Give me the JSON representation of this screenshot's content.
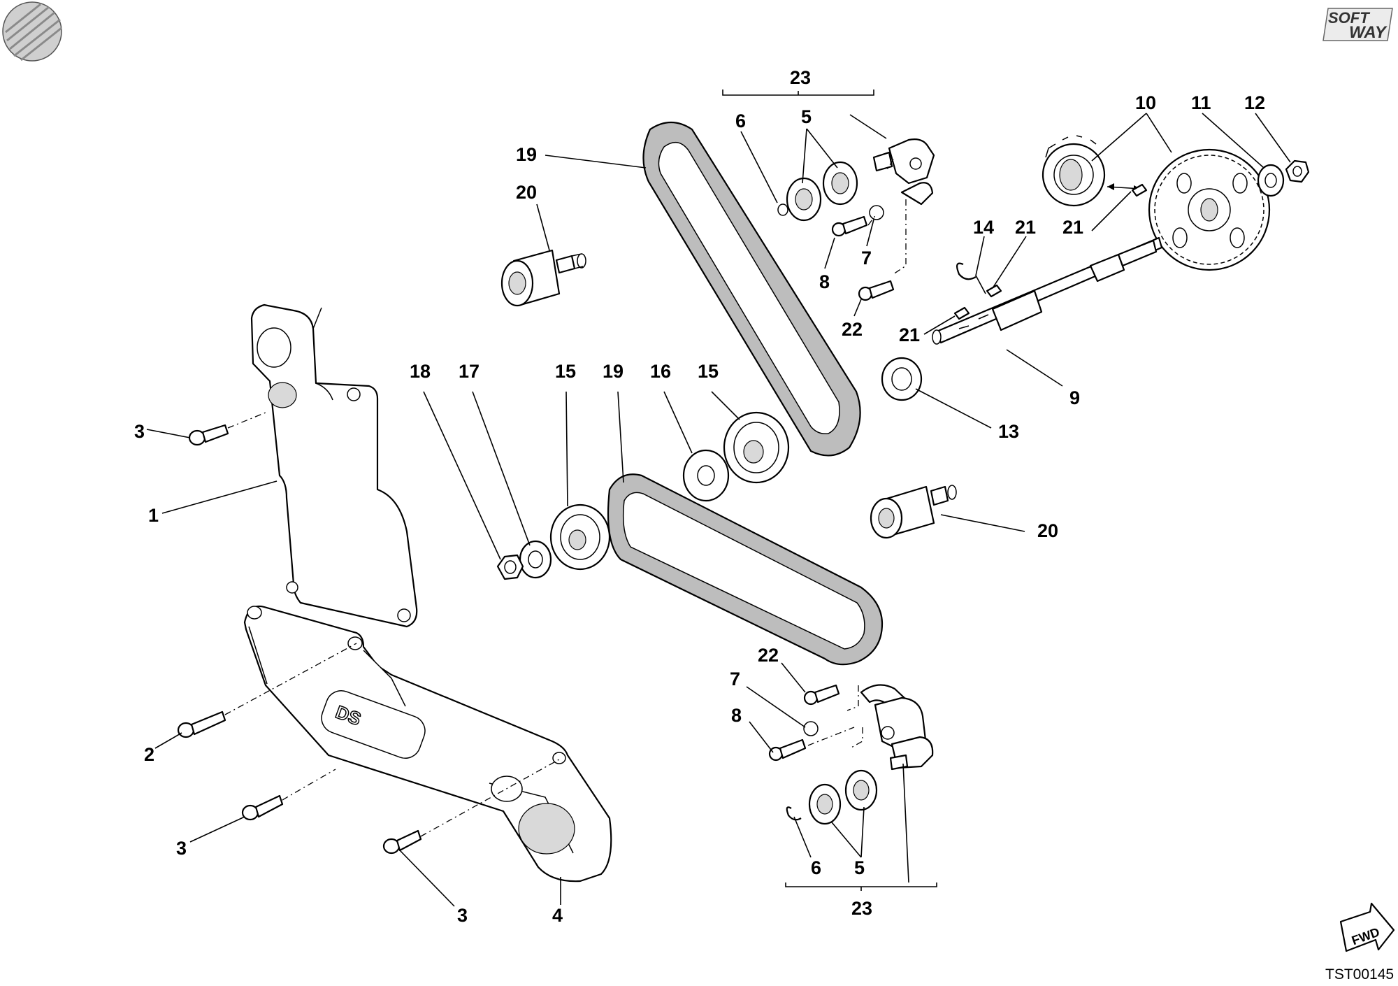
{
  "diagram": {
    "drawing_code": "TST00145",
    "logo_lines": [
      "SOFT",
      "WAY"
    ],
    "fwd_label": "FWD",
    "callouts": [
      {
        "id": "c-23-top",
        "text": "23"
      },
      {
        "id": "c-19-top",
        "text": "19"
      },
      {
        "id": "c-20-top",
        "text": "20"
      },
      {
        "id": "c-6-top",
        "text": "6"
      },
      {
        "id": "c-5-top",
        "text": "5"
      },
      {
        "id": "c-7-top",
        "text": "7"
      },
      {
        "id": "c-8-top",
        "text": "8"
      },
      {
        "id": "c-22-top",
        "text": "22"
      },
      {
        "id": "c-10",
        "text": "10"
      },
      {
        "id": "c-11",
        "text": "11"
      },
      {
        "id": "c-12",
        "text": "12"
      },
      {
        "id": "c-21-a",
        "text": "21"
      },
      {
        "id": "c-14",
        "text": "14"
      },
      {
        "id": "c-21-b",
        "text": "21"
      },
      {
        "id": "c-21-c",
        "text": "21"
      },
      {
        "id": "c-9",
        "text": "9"
      },
      {
        "id": "c-13",
        "text": "13"
      },
      {
        "id": "c-3-a",
        "text": "3"
      },
      {
        "id": "c-1",
        "text": "1"
      },
      {
        "id": "c-18",
        "text": "18"
      },
      {
        "id": "c-17",
        "text": "17"
      },
      {
        "id": "c-15-a",
        "text": "15"
      },
      {
        "id": "c-19-mid",
        "text": "19"
      },
      {
        "id": "c-16",
        "text": "16"
      },
      {
        "id": "c-15-b",
        "text": "15"
      },
      {
        "id": "c-20-mid",
        "text": "20"
      },
      {
        "id": "c-22-bot",
        "text": "22"
      },
      {
        "id": "c-7-bot",
        "text": "7"
      },
      {
        "id": "c-8-bot",
        "text": "8"
      },
      {
        "id": "c-2",
        "text": "2"
      },
      {
        "id": "c-3-b",
        "text": "3"
      },
      {
        "id": "c-3-c",
        "text": "3"
      },
      {
        "id": "c-4",
        "text": "4"
      },
      {
        "id": "c-6-bot",
        "text": "6"
      },
      {
        "id": "c-5-bot",
        "text": "5"
      },
      {
        "id": "c-23-bot",
        "text": "23"
      }
    ]
  }
}
